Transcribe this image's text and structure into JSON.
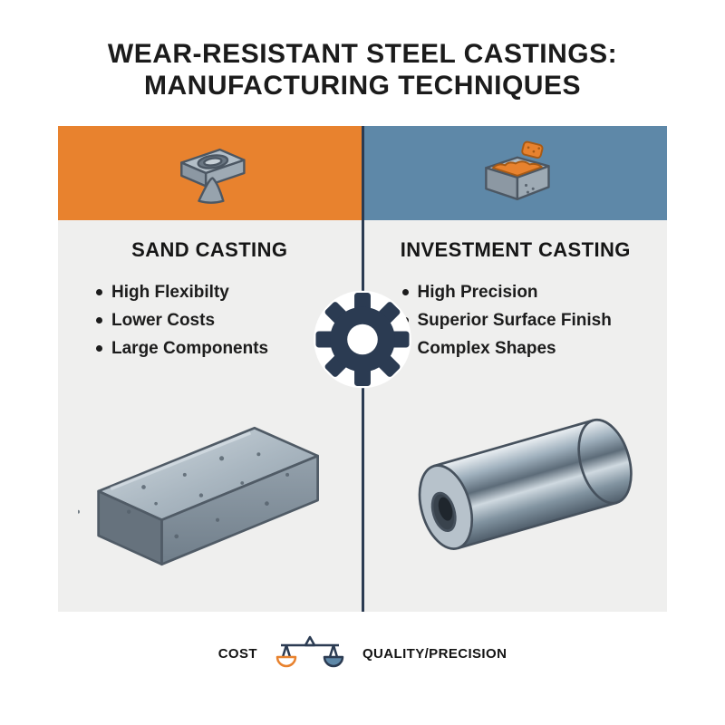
{
  "title": {
    "line1": "WEAR-RESISTANT STEEL CASTINGS:",
    "line2": "MANUFACTURING TECHNIQUES"
  },
  "columns": [
    {
      "title": "SAND CASTING",
      "bullets": [
        "High Flexibilty",
        "Lower Costs",
        "Large Components"
      ],
      "accent_color": "#E8822E",
      "header_icon": "sand-mold-icon",
      "illustration": "cast-steel-ingot"
    },
    {
      "title": "INVESTMENT CASTING",
      "bullets": [
        "High Precision",
        "Superior Surface Finish",
        "Complex Shapes"
      ],
      "accent_color": "#5E88A8",
      "header_icon": "investment-mold-icon",
      "illustration": "machined-steel-cylinder"
    }
  ],
  "center_icon": "gear-icon",
  "footer": {
    "cost_label": "COST",
    "quality_label": "QUALITY/PRECISION",
    "icon": "balance-scale-icon"
  },
  "colors": {
    "orange": "#E8822E",
    "steel_blue": "#5E88A8",
    "navy": "#2B3B52",
    "panel_gray": "#EFEFEE"
  }
}
